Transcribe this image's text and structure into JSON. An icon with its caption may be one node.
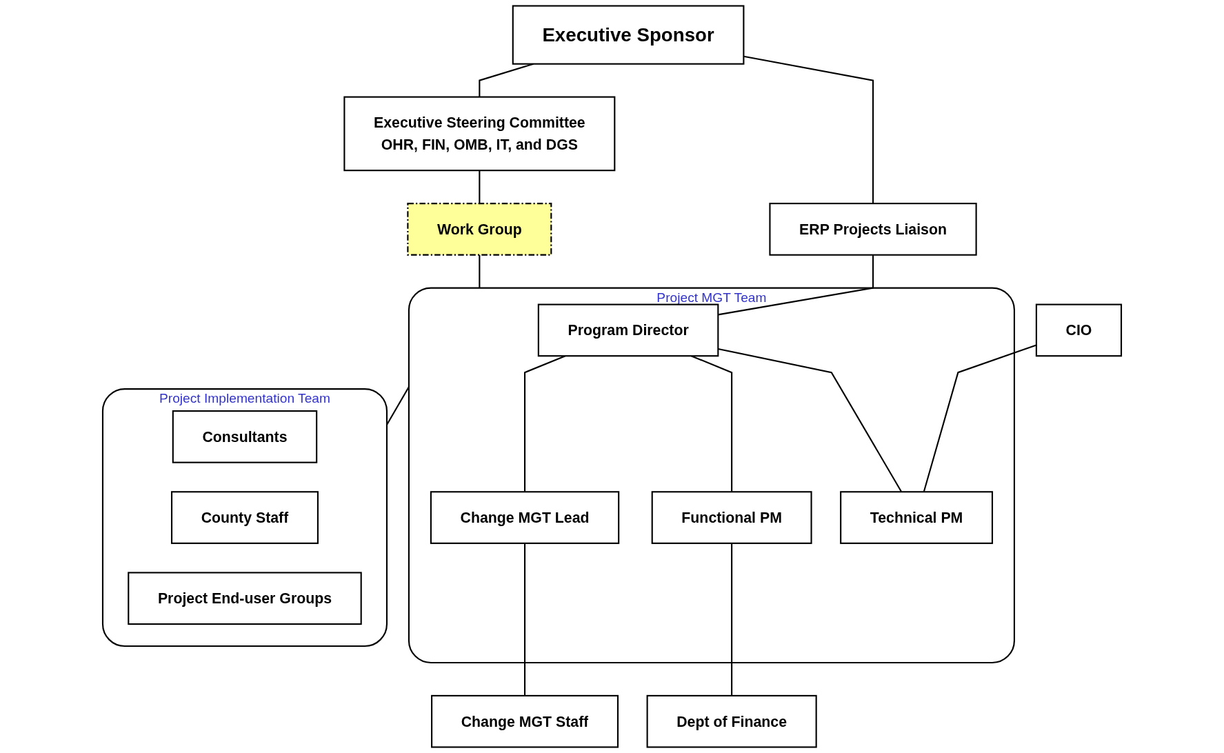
{
  "diagram": {
    "nodes": [
      {
        "text": [
          "Executive Sponsor"
        ]
      },
      {
        "text": [
          "ERP Projects Liaison"
        ]
      },
      {
        "text": [
          "Executive Steering Committee",
          "OHR, FIN, OMB, IT, and DGS"
        ]
      },
      {
        "text": [
          "Work Group"
        ]
      },
      {
        "text": [
          "Project MGT Team"
        ]
      },
      {
        "text": [
          "Program Director"
        ],
        "in": 4
      },
      {
        "text": [
          "CIO"
        ]
      },
      {
        "text": [
          "Technical PM"
        ],
        "in": 4
      },
      {
        "text": [
          "Functional PM"
        ],
        "in": 4
      },
      {
        "text": [
          "Dept of Finance"
        ]
      },
      {
        "text": [
          "Change MGT Lead"
        ],
        "in": 4
      },
      {
        "text": [
          "Change MGT Staff"
        ]
      },
      {
        "text": [
          "Project Implementation Team"
        ]
      },
      {
        "text": [
          "Consultants"
        ],
        "in": 12
      },
      {
        "text": [
          "County Staff"
        ],
        "in": 12
      },
      {
        "text": [
          "Project End-user Groups"
        ],
        "in": 12
      }
    ],
    "edges": [
      {
        "from": 0,
        "to": 1,
        "arrow": "none"
      },
      {
        "from": 0,
        "to": 2,
        "arrow": "none"
      },
      {
        "from": 2,
        "to": 3,
        "arrow": "none"
      },
      {
        "from": 3,
        "to": 4,
        "arrow": "none"
      },
      {
        "from": 1,
        "to": 5,
        "arrow": "none"
      },
      {
        "from": 5,
        "to": 7,
        "arrow": "none"
      },
      {
        "from": 5,
        "to": 8,
        "arrow": "none"
      },
      {
        "from": 5,
        "to": 10,
        "arrow": "none"
      },
      {
        "from": 6,
        "to": 7,
        "arrow": "none"
      },
      {
        "from": 8,
        "to": 9,
        "arrow": "none"
      },
      {
        "from": 10,
        "to": 11,
        "arrow": "none"
      },
      {
        "from": 4,
        "to": 12,
        "arrow": "none"
      }
    ]
  }
}
